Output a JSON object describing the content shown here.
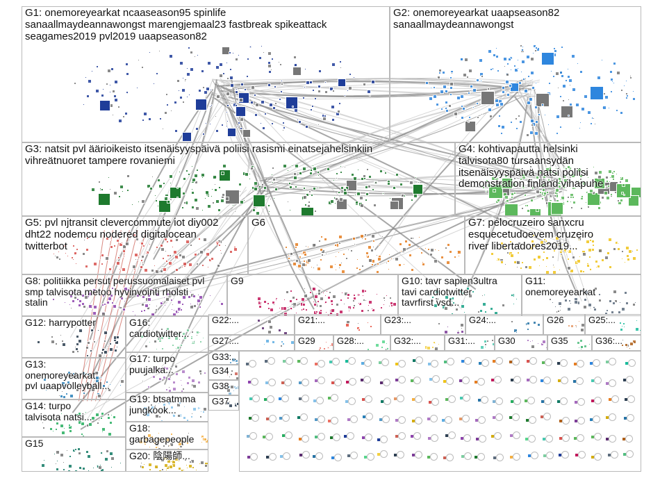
{
  "graph": {
    "palette": {
      "edge": "#8a8a8a",
      "edge_light": "#c8c8c8",
      "red_edge": "#c0392b",
      "border": "#b9b9b9",
      "label": "#111111"
    },
    "groups": [
      {
        "id": "G1",
        "label": "G1: onemoreyearkat ncaaseason95 spinlife\nsanaallmaydeannawongst marengjemaal23 fastbreak spikeattack\nseagames2019 pvl2019 uaapseason82",
        "color": "#1f3d99",
        "size": "large"
      },
      {
        "id": "G2",
        "label": "G2: onemoreyearkat uaapseason82\nsanaallmaydeannawongst",
        "color": "#2e86de",
        "size": "large"
      },
      {
        "id": "G3",
        "label": "G3: natsit pvl äärioikeisto itsenäisyyspäivä poliisi rasismi einatsejahelsinkiin\nvihreätnuoret tampere rovaniemi",
        "color": "#1e7a2e",
        "size": "large"
      },
      {
        "id": "G4",
        "label": "G4: kohtivapautta helsinki\ntalvisota80 tursaansydän\nitsenäisyyspäivä natsi poliisi\ndemonstration finland vihapuhe",
        "color": "#5cb85c",
        "size": "large"
      },
      {
        "id": "G5",
        "label": "G5: pvl njtransit clevercommute iot diy002\ndht22 nodemcu nodered digitalocean\ntwitterbot",
        "color": "#d9534f",
        "size": "medium"
      },
      {
        "id": "G6",
        "label": "G6",
        "color": "#e67e22",
        "size": "medium"
      },
      {
        "id": "G7",
        "label": "G7: pelocruzeiro sanxcru\nesquecetudoevem cruzeiro\nriver libertadores2019...",
        "color": "#f0c419",
        "size": "medium"
      },
      {
        "id": "G8",
        "label": "G8: politiikka persut perussuomalaiset pvl\nsmp talvisota metoo hyvinvointi rholsti\nstalin",
        "color": "#8e44ad",
        "size": "medium"
      },
      {
        "id": "G9",
        "label": "G9",
        "color": "#c2185b",
        "size": "medium"
      },
      {
        "id": "G10",
        "label": "G10: tavr sapien3ultra\ntavi cardiotwitter\ntavrfirst vsd...",
        "color": "#16a085",
        "size": "small"
      },
      {
        "id": "G11",
        "label": "G11:\nonemoreyearkat",
        "color": "#5d6d7e",
        "size": "small"
      },
      {
        "id": "G12",
        "label": "G12: harrypotter",
        "color": "#2c3e50",
        "size": "small"
      },
      {
        "id": "G13",
        "label": "G13:\nonemoreyearkat\npvl uaapvolleyball...",
        "color": "#2980b9",
        "size": "small"
      },
      {
        "id": "G14",
        "label": "G14: turpo\ntalvisota natsi...",
        "color": "#27ae60",
        "size": "small"
      },
      {
        "id": "G15",
        "label": "G15",
        "color": "#117a65",
        "size": "small"
      },
      {
        "id": "G16",
        "label": "G16:\ncardiotwitter...",
        "color": "#7dcea0",
        "size": "small"
      },
      {
        "id": "G17",
        "label": "G17: turpo\npuujalka...",
        "color": "#af7ac5",
        "size": "small"
      },
      {
        "id": "G18",
        "label": "G18:\ngarbagepeople",
        "color": "#f5b041",
        "size": "small"
      },
      {
        "id": "G19",
        "label": "G19: btsatmma\njungkook...",
        "color": "#85c1e9",
        "size": "small"
      },
      {
        "id": "G20",
        "label": "G20: 陰陽師...",
        "color": "#d4ac0d",
        "size": "small"
      },
      {
        "id": "G21",
        "label": "G21:...",
        "color": "#e74c3c",
        "size": "tiny"
      },
      {
        "id": "G22",
        "label": "G22:...",
        "color": "#5b2c6f",
        "size": "tiny"
      },
      {
        "id": "G23",
        "label": "G23:...",
        "color": "#7d3c98",
        "size": "tiny"
      },
      {
        "id": "G24",
        "label": "G24:...",
        "color": "#2874a6",
        "size": "tiny"
      },
      {
        "id": "G25",
        "label": "G25:...",
        "color": "#1abc9c",
        "size": "tiny"
      },
      {
        "id": "G26",
        "label": "G26",
        "color": "#e59866",
        "size": "tiny"
      },
      {
        "id": "G27",
        "label": "G27:...",
        "color": "#5dade2",
        "size": "tiny"
      },
      {
        "id": "G28",
        "label": "G28:...",
        "color": "#58d68d",
        "size": "tiny"
      },
      {
        "id": "G29",
        "label": "G29",
        "color": "#ec7063",
        "size": "tiny"
      },
      {
        "id": "G30",
        "label": "G30",
        "color": "#a569bd",
        "size": "tiny"
      },
      {
        "id": "G31",
        "label": "G31:...",
        "color": "#48c9b0",
        "size": "tiny"
      },
      {
        "id": "G32",
        "label": "G32:...",
        "color": "#f4d03f",
        "size": "tiny"
      },
      {
        "id": "G33",
        "label": "G33:...",
        "color": "#5499c7",
        "size": "tiny"
      },
      {
        "id": "G34",
        "label": "G34",
        "color": "#cd6155",
        "size": "tiny"
      },
      {
        "id": "G35",
        "label": "G35",
        "color": "#52be80",
        "size": "tiny"
      },
      {
        "id": "G36",
        "label": "G36:...",
        "color": "#af601a",
        "size": "tiny"
      },
      {
        "id": "G37",
        "label": "G37",
        "color": "#2e4053",
        "size": "tiny"
      },
      {
        "id": "G38",
        "label": "G38",
        "color": "#7fb3d5",
        "size": "tiny"
      }
    ]
  }
}
